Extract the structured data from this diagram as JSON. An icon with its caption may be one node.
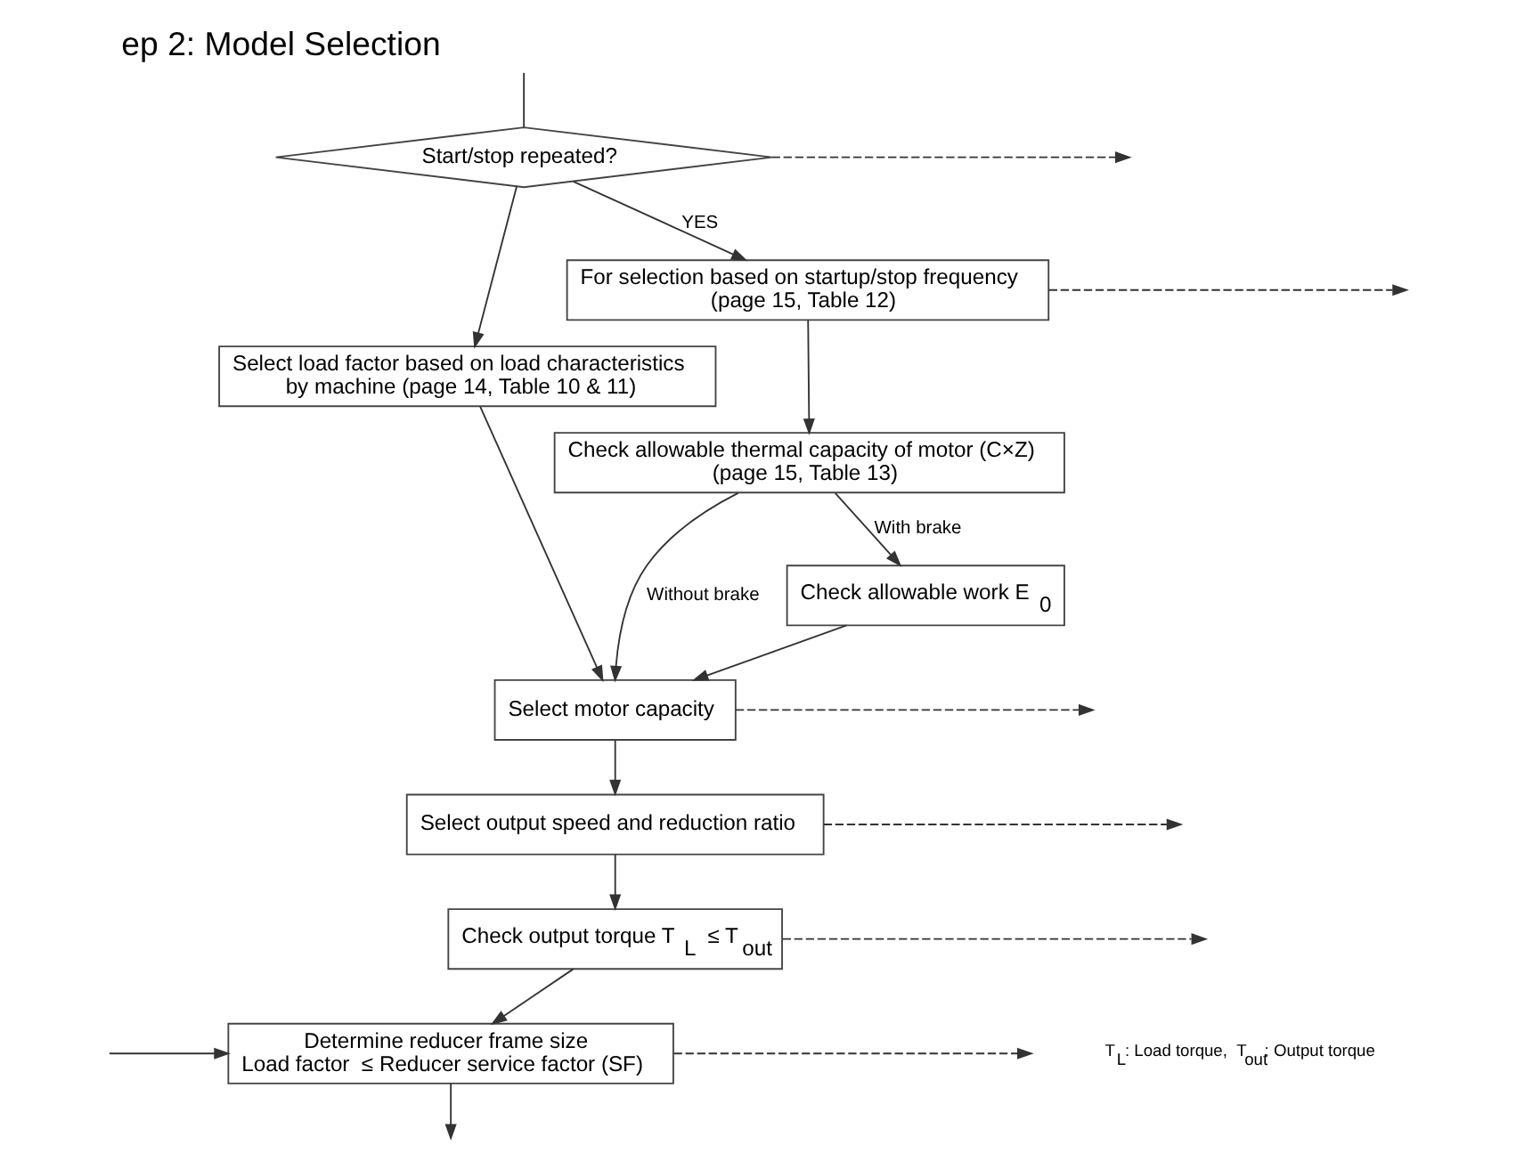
{
  "diagram": {
    "title": "ep 2: Model Selection",
    "nodes": [
      {
        "text": [
          "Start/stop repeated?"
        ]
      },
      {
        "text": [
          "Select load factor based on load characteristics by machine (page 14, Table 10 & 11)"
        ]
      },
      {
        "text": [
          "For selection based on startup/stop frequency (page 15, Table 12)"
        ]
      },
      {
        "text": [
          "Check allowable thermal capacity of motor (C×Z) (page 15, Table 13)"
        ]
      },
      {
        "text": [
          "Check allowable work E$_{0}$"
        ]
      },
      {
        "text": [
          "Select motor capacity"
        ]
      },
      {
        "text": [
          "Select output speed and reduction ratio"
        ]
      },
      {
        "text": [
          "Check output torque T$_{L}$ ≤ T$_{out}$"
        ]
      },
      {
        "text": [
          "Determine reducer frame size",
          "Load factor  ≤ Reducer service factor (SF)"
        ]
      }
    ],
    "edges": [
      {
        "from": 0,
        "to": null,
        "arrow": "to",
        "style": "dashed"
      },
      {
        "from": null,
        "to": 0,
        "arrow": "none"
      },
      {
        "from": 0,
        "to": 1,
        "arrow": "to"
      },
      {
        "from": 0,
        "to": 2,
        "arrow": "to",
        "label": "YES"
      },
      {
        "from": 2,
        "to": null,
        "arrow": "to",
        "style": "dashed"
      },
      {
        "from": 2,
        "to": 3,
        "arrow": "to"
      },
      {
        "from": 3,
        "to": 5,
        "arrow": "to",
        "label": "Without brake"
      },
      {
        "from": 3,
        "to": 4,
        "arrow": "to",
        "label": "With brake"
      },
      {
        "from": 1,
        "to": 5,
        "arrow": "to"
      },
      {
        "from": 4,
        "to": 5,
        "arrow": "to"
      },
      {
        "from": 5,
        "to": null,
        "arrow": "to",
        "style": "dashed"
      },
      {
        "from": 5,
        "to": 6,
        "arrow": "to"
      },
      {
        "from": 6,
        "to": null,
        "arrow": "to",
        "style": "dashed"
      },
      {
        "from": 6,
        "to": 7,
        "arrow": "to"
      },
      {
        "from": 7,
        "to": null,
        "arrow": "to",
        "style": "dashed"
      },
      {
        "from": 7,
        "to": 8,
        "arrow": "to"
      },
      {
        "from": 8,
        "to": null,
        "arrow": "to",
        "style": "dashed"
      },
      {
        "from": null,
        "to": 8,
        "arrow": "to"
      },
      {
        "from": 8,
        "to": null,
        "arrow": "to"
      }
    ],
    "labels": [
      "T$_{L}$: Load torque,  T$_{out}$: Output torque"
    ]
  }
}
